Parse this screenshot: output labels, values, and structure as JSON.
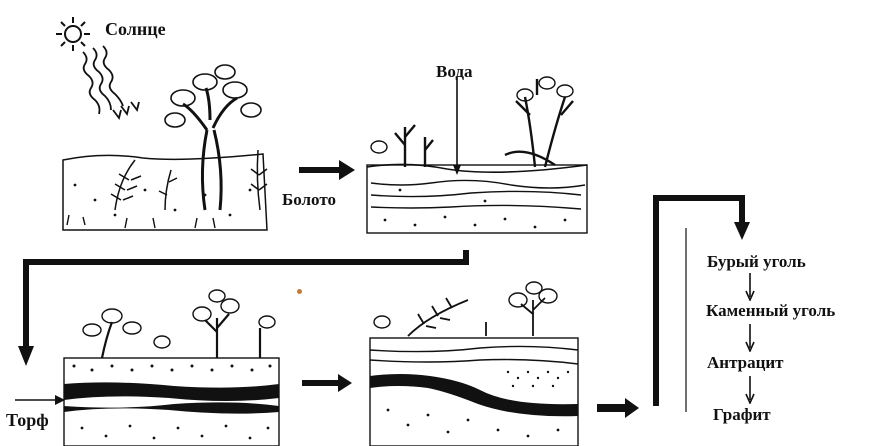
{
  "labels": {
    "sun": "Солнце",
    "water": "Вода",
    "swamp": "Болото",
    "peat": "Торф"
  },
  "sequence": [
    "Бурый уголь",
    "Каменный уголь",
    "Антрацит",
    "Графит"
  ],
  "colors": {
    "ink": "#111111",
    "background": "#ffffff",
    "stain": "#c47a3a"
  }
}
